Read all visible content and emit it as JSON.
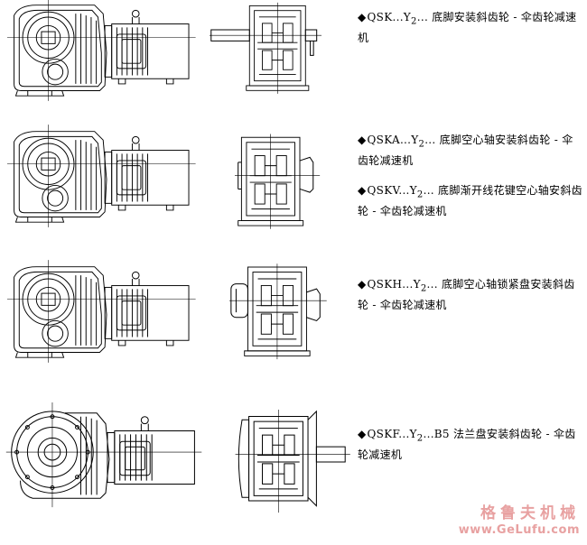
{
  "rows": [
    {
      "id": "qsk",
      "items": [
        {
          "model": "QSK",
          "seq": "...Y",
          "sub": "2",
          "dots": "...",
          "desc": "底脚安装斜齿轮 - 伞齿轮减速机"
        }
      ]
    },
    {
      "id": "qska",
      "items": [
        {
          "model": "QSKA",
          "seq": "...Y",
          "sub": "2",
          "dots": "...",
          "desc": "底脚空心轴安装斜齿轮 - 伞齿轮减速机"
        },
        {
          "model": "QSKV",
          "seq": "...Y",
          "sub": "2",
          "dots": "...",
          "desc": "底脚渐开线花键空心轴安斜齿轮 - 伞齿轮减速机"
        }
      ]
    },
    {
      "id": "qskh",
      "items": [
        {
          "model": "QSKH",
          "seq": "...Y",
          "sub": "2",
          "dots": "...",
          "desc": "底脚空心轴锁紧盘安装斜齿轮 - 伞齿轮减速机"
        }
      ]
    },
    {
      "id": "qskf",
      "items": [
        {
          "model": "QSKF",
          "seq": "...Y",
          "sub": "2",
          "dots": "...B5",
          "desc": "法兰盘安装斜齿轮 - 伞齿轮减速机"
        }
      ]
    }
  ],
  "bullet": "◆",
  "brand": {
    "name": "格鲁夫机械",
    "url": "www.GeLufu.com",
    "color": "#e8a1a1"
  }
}
